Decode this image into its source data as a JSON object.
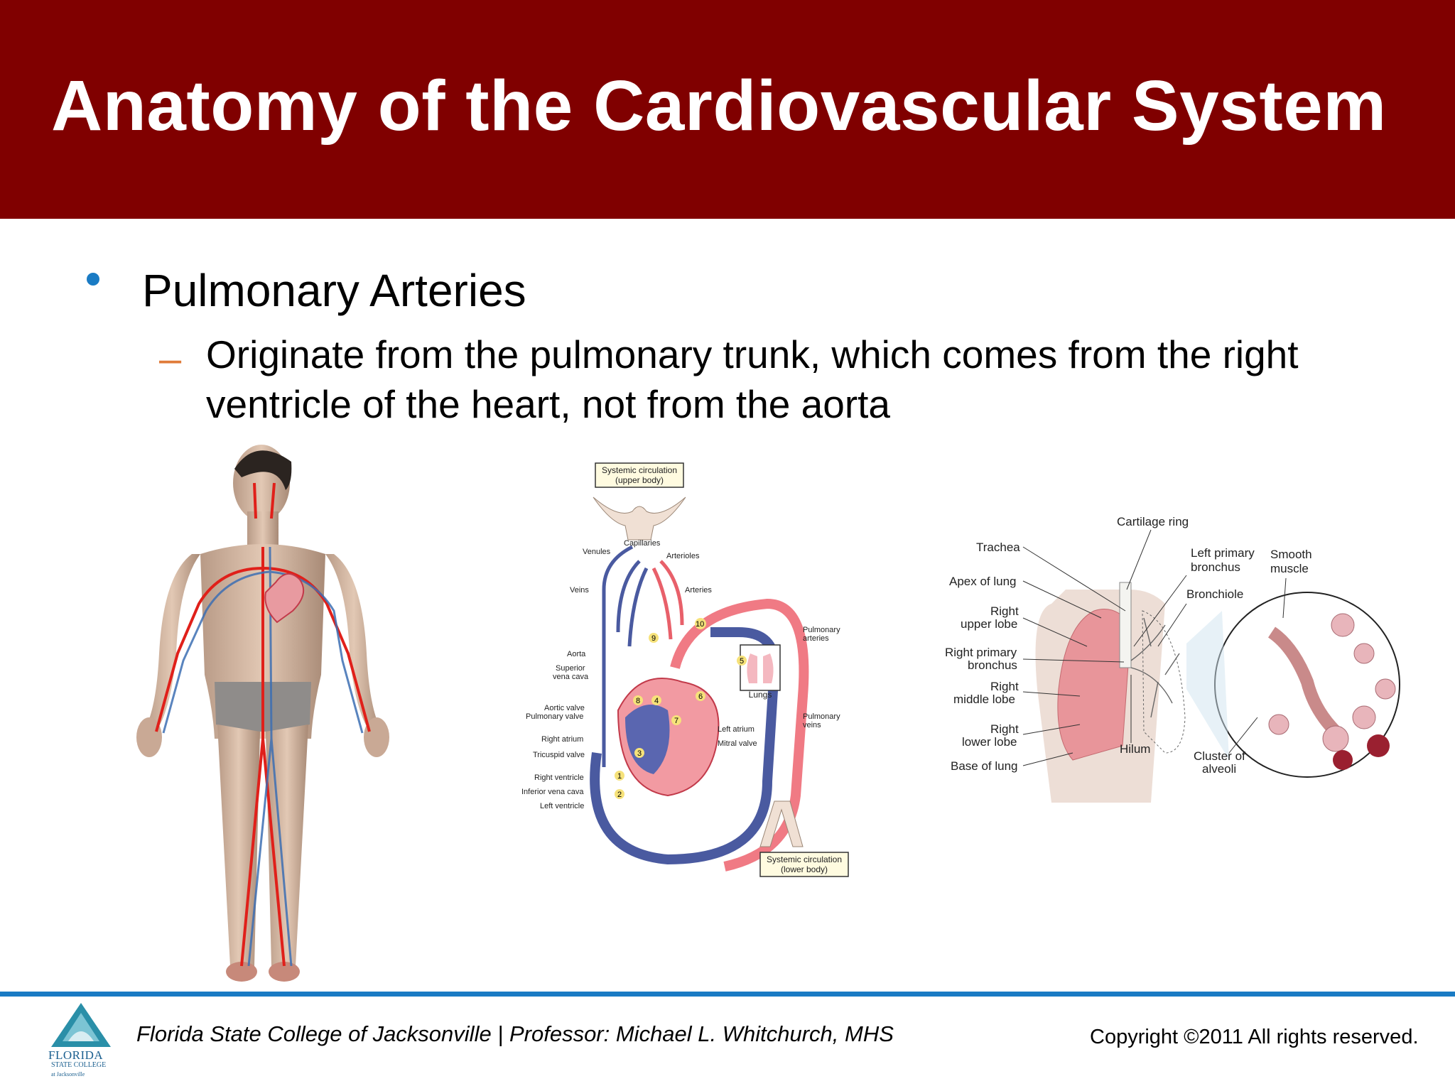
{
  "slide": {
    "title": "Anatomy of the Cardiovascular System",
    "bullet": "Pulmonary Arteries",
    "sub_dash": "–",
    "sub_bullet": "Originate from the pulmonary trunk, which comes from the right ventricle of the heart, not from the aorta"
  },
  "circulation_diagram": {
    "upper_box": [
      "Systemic circulation",
      "(upper body)"
    ],
    "lower_box": [
      "Systemic circulation",
      "(lower body)"
    ],
    "capillaries": "Capillaries",
    "venules": "Venules",
    "arterioles": "Arterioles",
    "veins": "Veins",
    "arteries": "Arteries",
    "pulmonary_arteries": [
      "Pulmonary",
      "arteries"
    ],
    "aorta": "Aorta",
    "svc": [
      "Superior",
      "vena cava"
    ],
    "lungs": "Lungs",
    "aortic_valve": "Aortic valve",
    "pulmonary_valve": "Pulmonary valve",
    "pulmonary_veins": [
      "Pulmonary",
      "veins"
    ],
    "left_atrium": "Left atrium",
    "right_atrium": "Right atrium",
    "mitral_valve": "Mitral valve",
    "tricuspid_valve": "Tricuspid valve",
    "right_ventricle": "Right ventricle",
    "ivc": "Inferior vena cava",
    "left_ventricle": "Left ventricle",
    "numbers": [
      "1",
      "2",
      "3",
      "4",
      "5",
      "6",
      "7",
      "8",
      "9",
      "10"
    ]
  },
  "lung_diagram": {
    "cartilage_ring": "Cartilage ring",
    "trachea": "Trachea",
    "left_primary_bronchus": [
      "Left primary",
      "bronchus"
    ],
    "smooth_muscle": [
      "Smooth",
      "muscle"
    ],
    "apex_of_lung": "Apex of lung",
    "bronchiole": "Bronchiole",
    "right_upper_lobe": [
      "Right",
      "upper lobe"
    ],
    "right_primary_bronchus": [
      "Right primary",
      "bronchus"
    ],
    "right_middle_lobe": [
      "Right",
      "middle lobe"
    ],
    "right_lower_lobe": [
      "Right",
      "lower lobe"
    ],
    "hilum": "Hilum",
    "cluster_of_alveoli": [
      "Cluster of",
      "alveoli"
    ],
    "base_of_lung": "Base of lung"
  },
  "footer": {
    "left": "Florida State College of Jacksonville  |  Professor: Michael L. Whitchurch, MHS",
    "right": "Copyright ©2011  All rights reserved.",
    "logo_line1": "FLORIDA",
    "logo_line2": "STATE COLLEGE",
    "logo_line3": "at Jacksonville"
  },
  "colors": {
    "title_bar": "#800000",
    "accent_blue": "#1a7bc4",
    "dash_orange": "#e07b39"
  }
}
